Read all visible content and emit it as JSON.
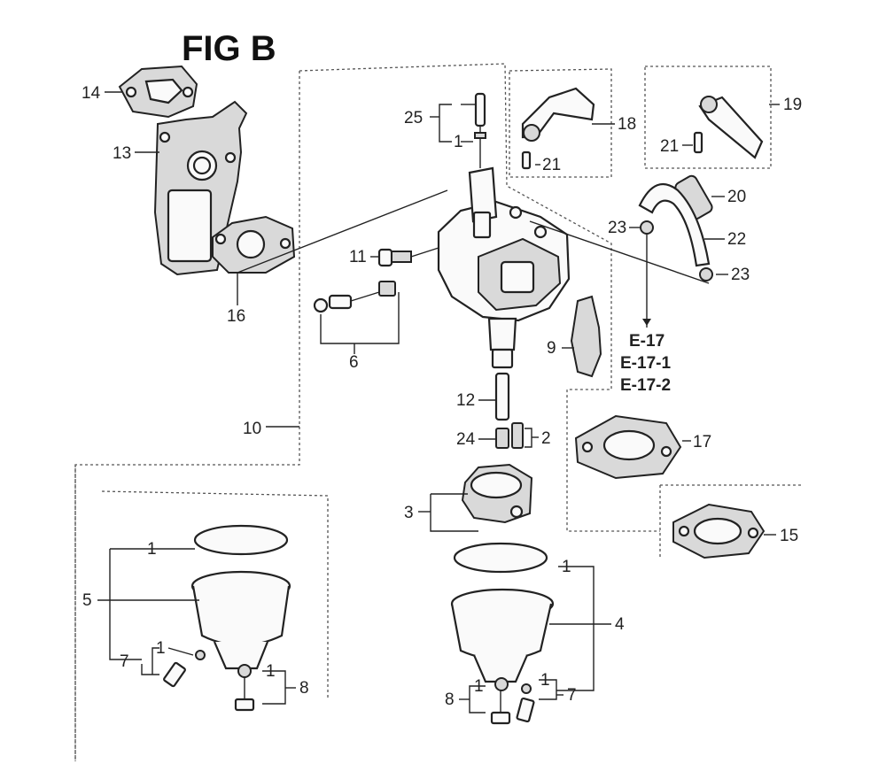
{
  "figure": {
    "title": "FIG B"
  },
  "callouts": {
    "c1_top": "1",
    "c1_left_cup": "1",
    "c1_left_screw": "1",
    "c1_left_drain": "1",
    "c1_right_cup": "1",
    "c1_right_screw": "1",
    "c1_right_drain": "1",
    "c2": "2",
    "c3": "3",
    "c4": "4",
    "c5": "5",
    "c6": "6",
    "c7_left": "7",
    "c7_right": "7",
    "c8_left": "8",
    "c8_right": "8",
    "c9": "9",
    "c10": "10",
    "c11": "11",
    "c12": "12",
    "c13": "13",
    "c14": "14",
    "c15": "15",
    "c16": "16",
    "c17": "17",
    "c18": "18",
    "c19": "19",
    "c20": "20",
    "c21_a": "21",
    "c21_b": "21",
    "c22": "22",
    "c23_a": "23",
    "c23_b": "23",
    "c24": "24",
    "c25": "25"
  },
  "references": [
    "E-17",
    "E-17-1",
    "E-17-2"
  ]
}
